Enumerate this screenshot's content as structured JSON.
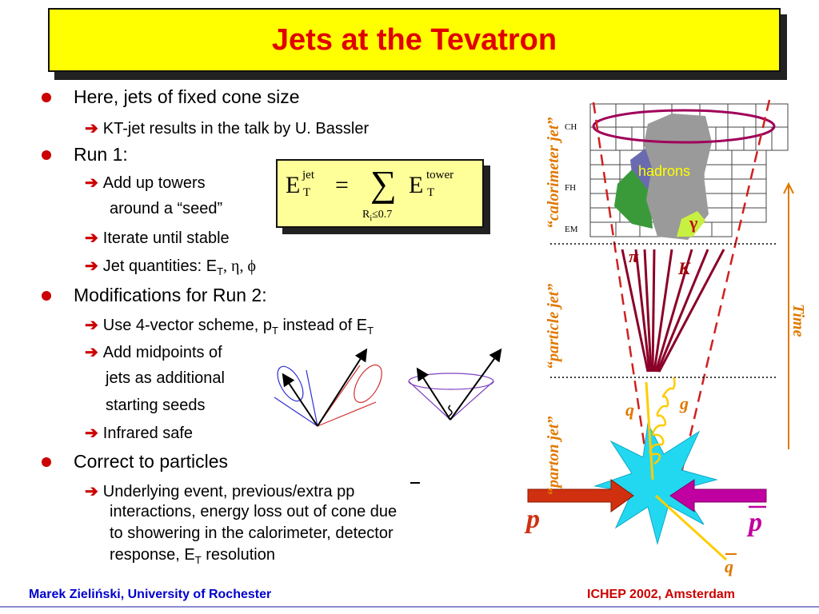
{
  "title": "Jets at the Tevatron",
  "bullets": [
    {
      "text": "Here, jets of fixed cone size",
      "subs": [
        "KT-jet results in the talk by U. Bassler"
      ]
    },
    {
      "text": "Run 1:",
      "subs": [
        "Add up towers",
        "around a “seed”",
        "Iterate until stable",
        "Jet quantities: E"
      ]
    },
    {
      "text": "Modifications for Run 2:",
      "subs": [
        "Use 4-vector scheme, p",
        "Add midpoints of",
        "jets as additional",
        "starting seeds",
        "Infrared safe"
      ]
    },
    {
      "text": "Correct to particles",
      "subs": [
        "Underlying event, previous/extra pp",
        "interactions, energy loss out of cone due",
        "to showering in the calorimeter, detector",
        "response, E"
      ]
    }
  ],
  "fragments": {
    "et_sub": "T",
    "jet_quantities_rest": ", η, ϕ",
    "pt_sub": "T",
    "instead_of": " instead of E",
    "et_sub2": "T",
    "resolution": " resolution",
    "arrow": "➔"
  },
  "formula": {
    "lhs": "E",
    "lhs_sup": "jet",
    "lhs_sub": "T",
    "equals": "=",
    "sum": "∑",
    "rhs": "E",
    "rhs_sup": "tower",
    "rhs_sub": "T",
    "under": "R",
    "under_sub": "i",
    "under_rest": "≤0.7"
  },
  "diagram": {
    "calorimeter_labels": [
      "CH",
      "FH",
      "EM"
    ],
    "hadrons": "hadrons",
    "gamma": "γ",
    "pi": "π",
    "kaon": "K",
    "q": "q",
    "g": "g",
    "p": "p",
    "pbar": "p",
    "qbar": "q",
    "time": "Time",
    "calorimeter_jet": "“calorimeter jet”",
    "particle_jet": "“particle jet”",
    "parton_jet": "“parton jet”"
  },
  "footer": {
    "left": "Marek Zieliński, University of Rochester",
    "right": "ICHEP 2002, Amsterdam"
  },
  "colors": {
    "title_bg": "#ffff00",
    "title_text": "#e00000",
    "bullet": "#cc0000",
    "footer_left": "#0000cc",
    "footer_right": "#cc0000",
    "label_orange": "#e07800"
  }
}
